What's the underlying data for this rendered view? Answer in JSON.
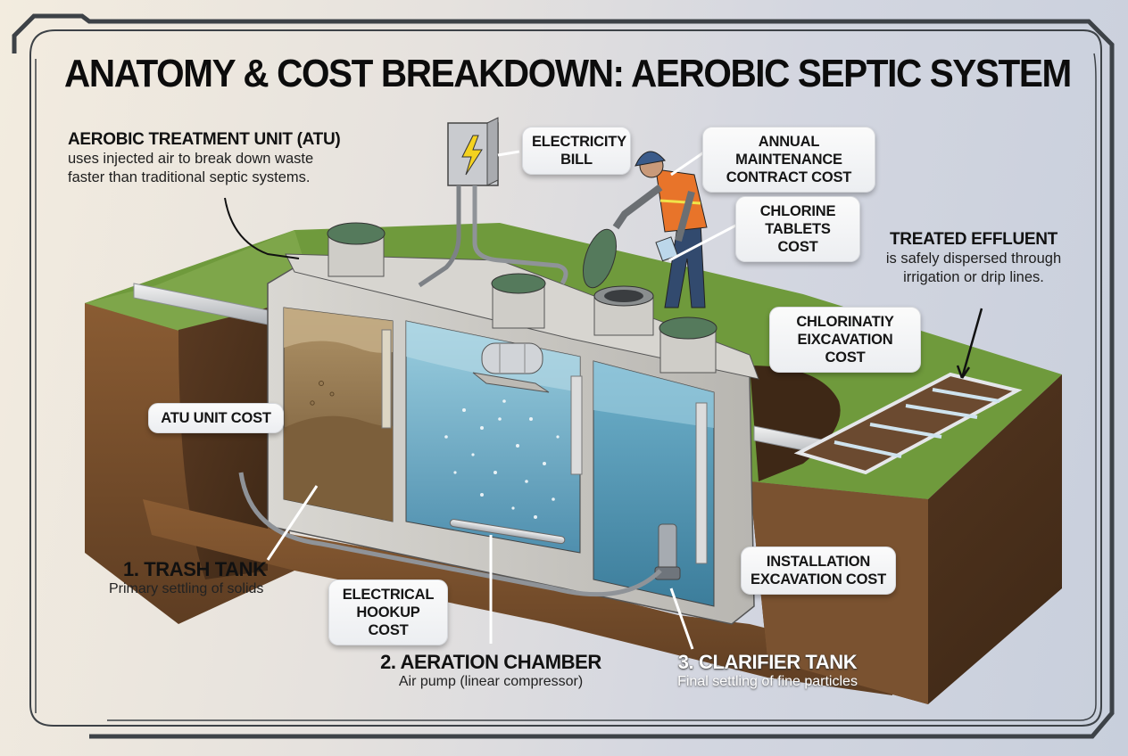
{
  "title": "ANATOMY & COST BREAKDOWN: AEROBIC SEPTIC SYSTEM",
  "intro": {
    "heading": "AEROBIC TREATMENT UNIT (ATU)",
    "line1": "uses injected air to break down waste",
    "line2": "faster than traditional septic systems."
  },
  "effluent": {
    "heading": "TREATED EFFLUENT",
    "line1": "is safely dispersed through",
    "line2": "irrigation or drip lines."
  },
  "cost_callouts": {
    "electricity": {
      "line1": "ELECTRICITY",
      "line2": "BILL"
    },
    "maintenance": {
      "line1": "ANNUAL MAINTENANCE",
      "line2": "CONTRACT COST"
    },
    "chlorine": {
      "line1": "CHLORINE",
      "line2": "TABLETS COST"
    },
    "chlorination": {
      "line1": "CHLORINATIY",
      "line2": "EIXCAVATION COST"
    },
    "atu_unit": {
      "line1": "ATU UNIT COST"
    },
    "electrical_hookup": {
      "line1": "ELECTRICAL",
      "line2": "HOOKUP COST"
    },
    "installation": {
      "line1": "INSTALLATION",
      "line2": "EXCAVATION COST"
    }
  },
  "stages": [
    {
      "heading": "1. TRASH TANK",
      "desc": "Primary settling of solids"
    },
    {
      "heading": "2. AERATION CHAMBER",
      "desc": "Air pump (linear compressor)"
    },
    {
      "heading": "3. CLARIFIER TANK",
      "desc": "Final settling of fine particles"
    }
  ],
  "colors": {
    "grass": "#6f9a3c",
    "soil": "#7a5230",
    "concrete": "#c9c7c2",
    "lid": "#557a5c",
    "water": "#7fb6cf",
    "sludge": "#8a6b42",
    "vest": "#e8742a",
    "frame": "#3d4247"
  }
}
